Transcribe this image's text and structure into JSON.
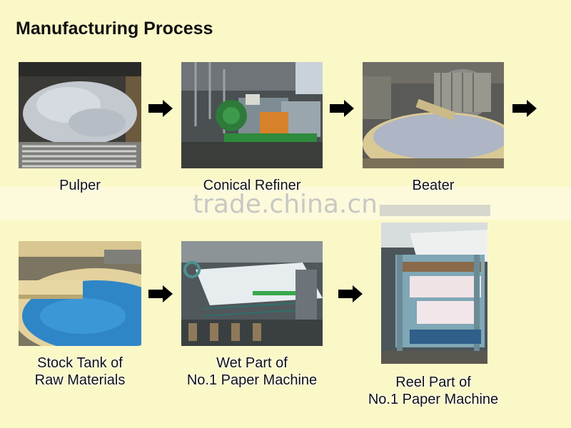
{
  "title": "Manufacturing Process",
  "steps": [
    {
      "name": "Pulper",
      "line1": "Pulper",
      "line2": ""
    },
    {
      "name": "Conical Refiner",
      "line1": "Conical Refiner",
      "line2": ""
    },
    {
      "name": "Beater",
      "line1": "Beater",
      "line2": ""
    },
    {
      "name": "Stock Tank of Raw Materials",
      "line1": "Stock Tank of",
      "line2": "Raw Materials"
    },
    {
      "name": "Wet Part of No.1 Paper Machine",
      "line1": "Wet Part of",
      "line2": "No.1 Paper Machine"
    },
    {
      "name": "Reel Part of No.1 Paper Machine",
      "line1": "Reel Part of",
      "line2": "No.1 Paper Machine"
    }
  ],
  "watermark": "trade.china.cn",
  "colors": {
    "background": "#fbf8c8",
    "text": "#111111",
    "arrow": "#000000"
  }
}
